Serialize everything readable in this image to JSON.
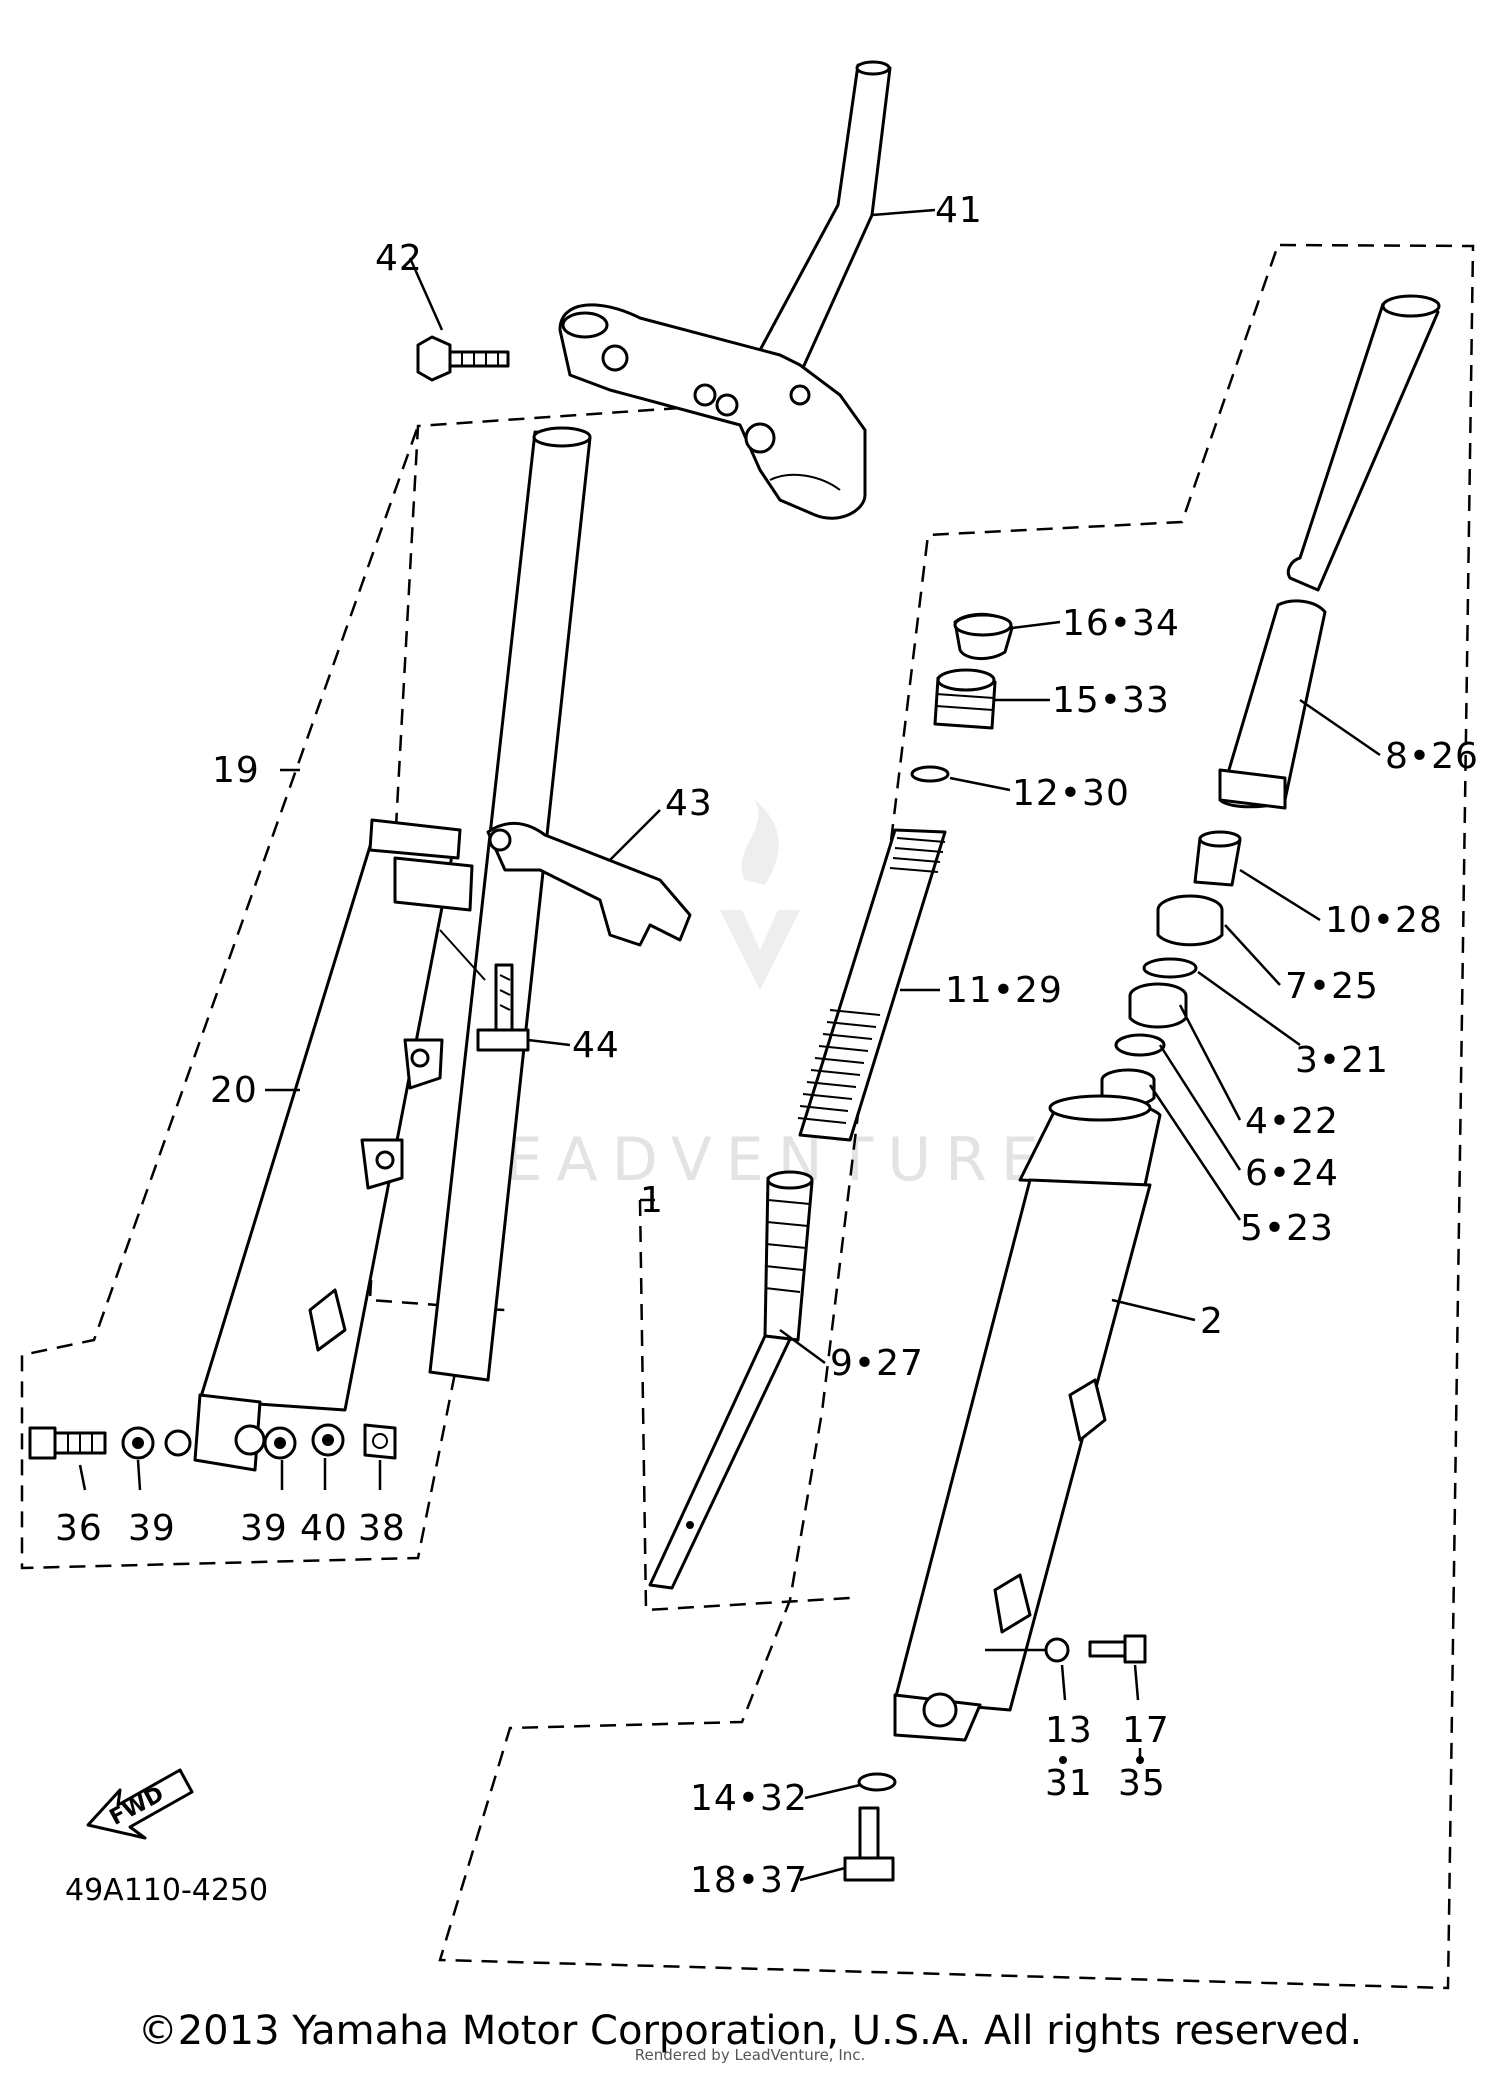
{
  "diagram": {
    "diagram_code": "49A110-4250",
    "fwd_label": "FWD",
    "watermark": "LEADVENTURE",
    "copyright": "©2013 Yamaha Motor Corporation, U.S.A. All rights reserved.",
    "rendered_by": "Rendered by LeadVenture, Inc.",
    "labels": {
      "p41": "41",
      "p42": "42",
      "p19": "19",
      "p43": "43",
      "p20": "20",
      "p44": "44",
      "p36": "36",
      "p39a": "39",
      "p39b": "39",
      "p40": "40",
      "p38": "38",
      "p16_34": "16•34",
      "p15_33": "15•33",
      "p12_30": "12•30",
      "p8_26": "8•26",
      "p11_29": "11•29",
      "p10_28": "10•28",
      "p7_25": "7•25",
      "p3_21": "3•21",
      "p4_22": "4•22",
      "p6_24": "6•24",
      "p5_23": "5•23",
      "p1": "1",
      "p2": "2",
      "p9_27": "9•27",
      "p13": "13",
      "p31": "31",
      "p17": "17",
      "p35": "35",
      "p14_32": "14•32",
      "p18_37": "18•37"
    }
  }
}
